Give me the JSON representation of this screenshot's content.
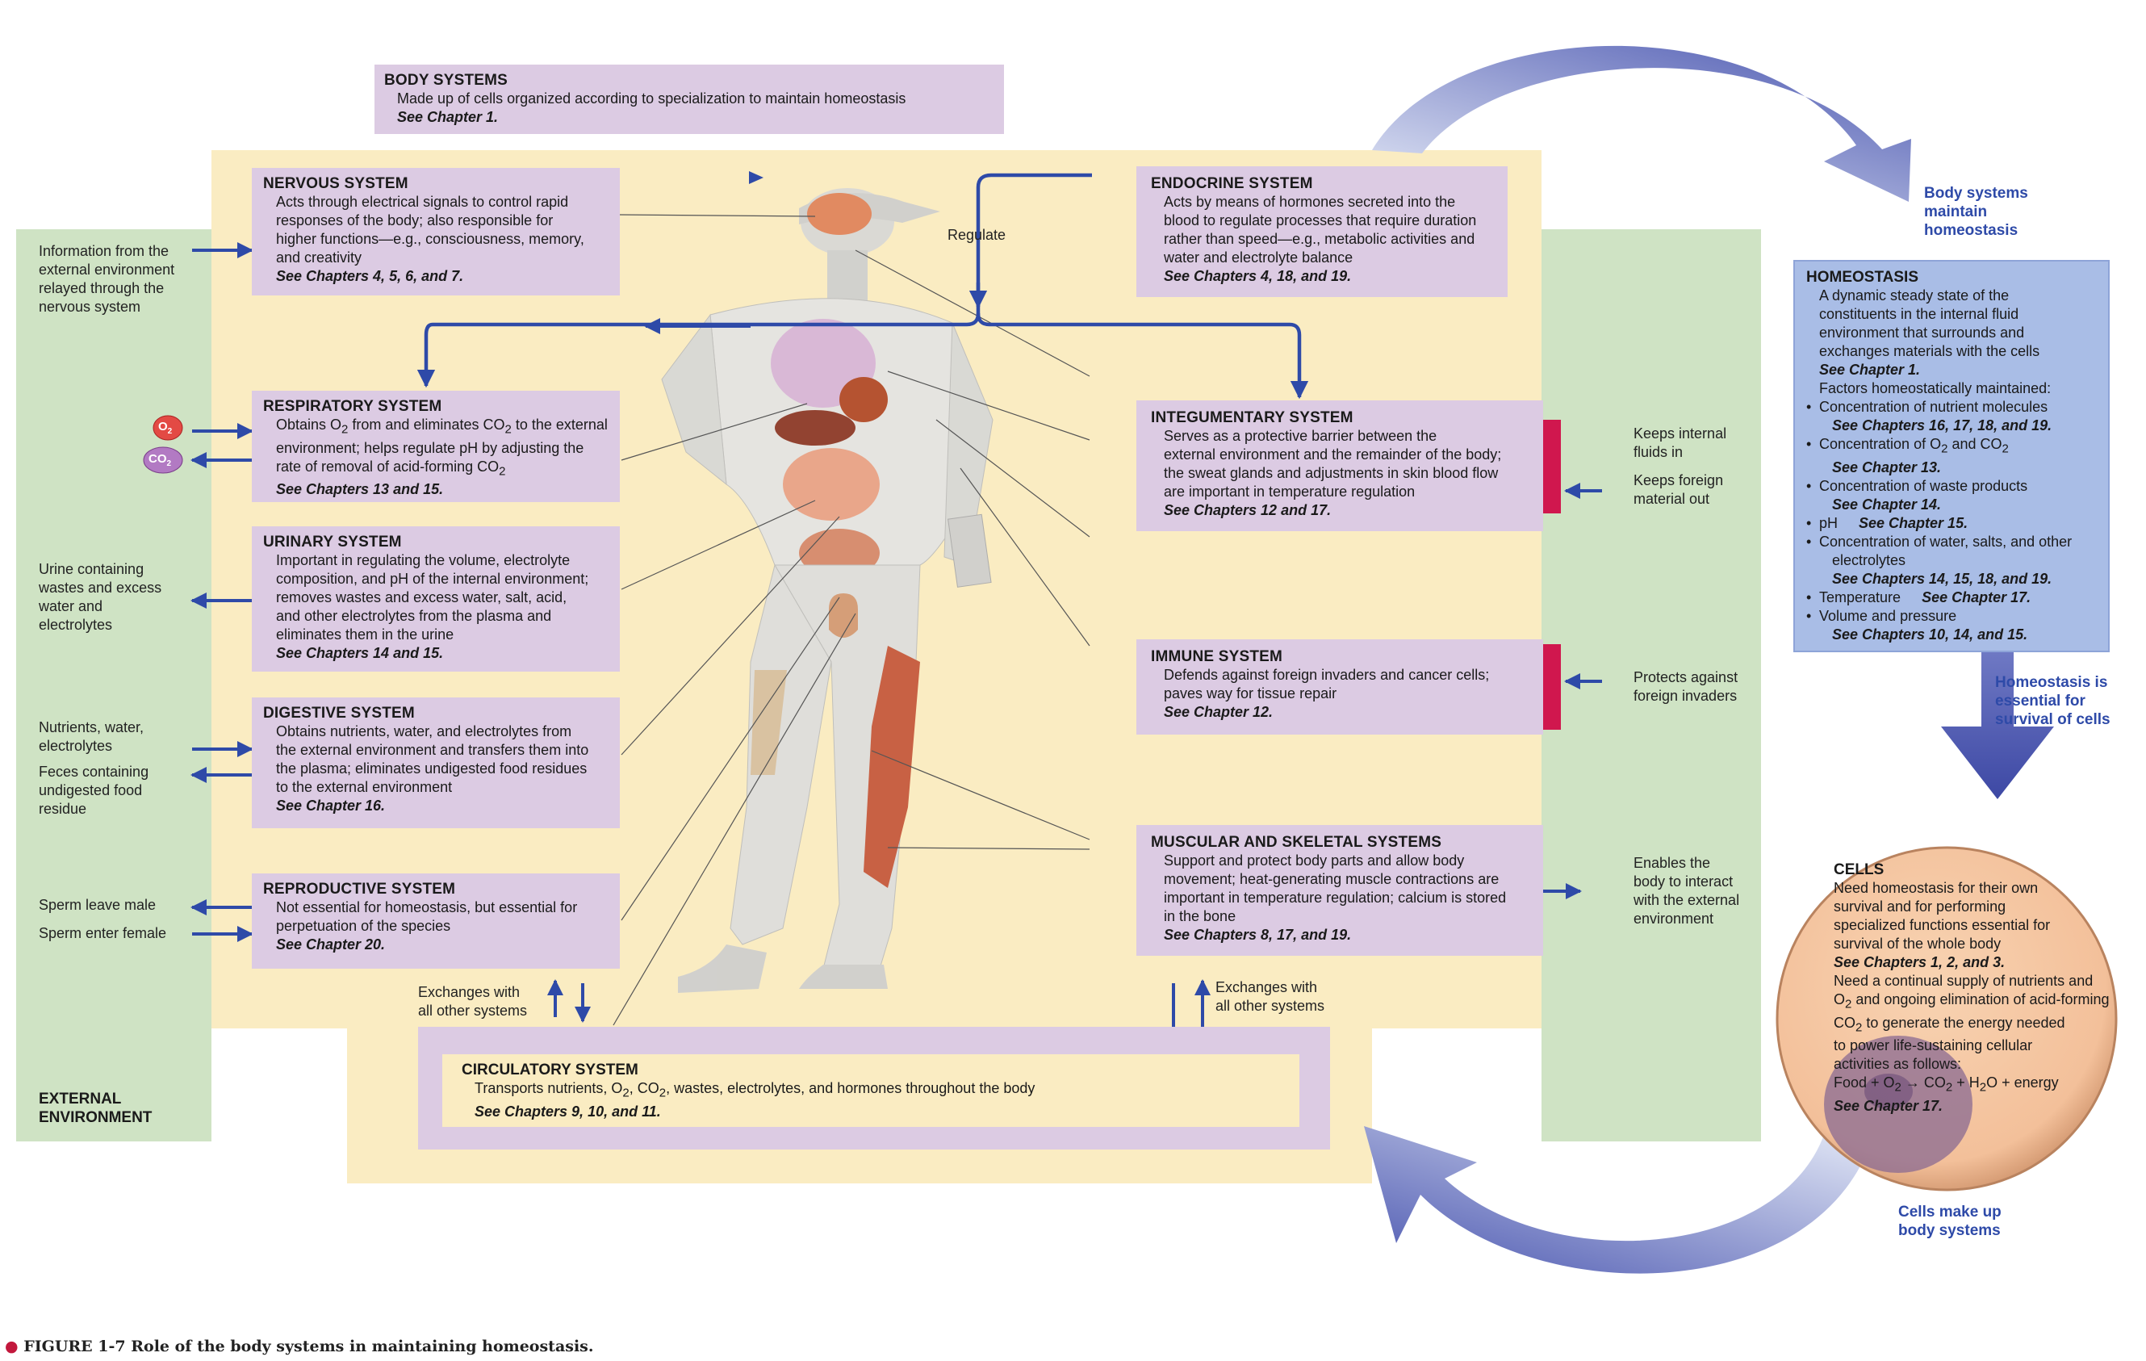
{
  "colors": {
    "accent_blue": "#2e4aa8",
    "cycle_arrow": "#5662b8",
    "red": "#d0174e",
    "box_purple": "#dccbe3",
    "panel_green": "#cfe3c4",
    "cream": "#faecc2",
    "homeostasis_blue": "#a9bde6"
  },
  "body_systems": {
    "title": "BODY SYSTEMS",
    "desc": "Made up of cells organized according to specialization to maintain homeostasis",
    "chapters": "See Chapter 1."
  },
  "external": {
    "title_line1": "EXTERNAL",
    "title_line2": "ENVIRONMENT",
    "info_nervous": [
      "Information from the",
      "external environment",
      "relayed through the",
      "nervous system"
    ],
    "o2": "O2",
    "co2": "CO2",
    "urine": [
      "Urine containing",
      "wastes and excess",
      "water and",
      "electrolytes"
    ],
    "nutrients": [
      "Nutrients, water,",
      "electrolytes"
    ],
    "feces": [
      "Feces containing",
      "undigested food",
      "residue"
    ],
    "sperm_leave": "Sperm leave male",
    "sperm_enter": "Sperm enter female"
  },
  "nervous": {
    "title": "NERVOUS SYSTEM",
    "lines": [
      "Acts through electrical signals to control rapid",
      "responses of the body; also responsible for",
      "higher functions—e.g., consciousness, memory,",
      "and creativity"
    ],
    "chapters": "See Chapters 4, 5, 6, and 7."
  },
  "respiratory": {
    "title": "RESPIRATORY SYSTEM",
    "l1a": "Obtains O",
    "l1s1": "2",
    "l1b": " from and eliminates CO",
    "l1s2": "2",
    "l1c": " to the external",
    "l2": "environment; helps regulate pH by adjusting the",
    "l3a": "rate of removal of acid-forming CO",
    "l3s": "2",
    "chapters": "See Chapters 13 and 15."
  },
  "urinary": {
    "title": "URINARY SYSTEM",
    "lines": [
      "Important in regulating the volume, electrolyte",
      "composition, and pH of the internal environment;",
      "removes wastes and excess water, salt, acid,",
      "and other electrolytes from the plasma and",
      "eliminates them in the urine"
    ],
    "chapters": "See Chapters 14 and 15."
  },
  "digestive": {
    "title": "DIGESTIVE SYSTEM",
    "lines": [
      "Obtains nutrients, water, and electrolytes from",
      "the external environment and transfers them into",
      "the plasma; eliminates undigested food residues",
      "to the external environment"
    ],
    "chapters": "See Chapter 16."
  },
  "reproductive": {
    "title": "REPRODUCTIVE SYSTEM",
    "lines": [
      "Not essential for homeostasis, but essential for",
      "perpetuation of the species"
    ],
    "chapters": "See Chapter 20."
  },
  "exchanges_left": [
    "Exchanges with",
    "all other systems"
  ],
  "exchanges_right": [
    "Exchanges with",
    "all other systems"
  ],
  "circulatory": {
    "title": "CIRCULATORY SYSTEM",
    "la": "Transports nutrients, O",
    "s1": "2",
    "lb": ", CO",
    "s2": "2",
    "lc": ", wastes, electrolytes, and hormones throughout the body",
    "chapters": "See Chapters 9, 10, and 11."
  },
  "regulate": "Regulate",
  "endocrine": {
    "title": "ENDOCRINE SYSTEM",
    "lines": [
      "Acts by means of hormones secreted into the",
      "blood to regulate processes that require duration",
      "rather than speed—e.g., metabolic activities and",
      "water and electrolyte balance"
    ],
    "chapters": "See Chapters 4, 18, and 19."
  },
  "integumentary": {
    "title": "INTEGUMENTARY SYSTEM",
    "lines": [
      "Serves as a protective barrier between the",
      "external environment and the remainder of the body;",
      "the sweat glands and adjustments in skin blood flow",
      "are important in temperature regulation"
    ],
    "chapters": "See Chapters 12 and 17."
  },
  "immune": {
    "title": "IMMUNE SYSTEM",
    "lines": [
      "Defends against foreign invaders and cancer cells;",
      "paves way for tissue repair"
    ],
    "chapters": "See Chapter 12."
  },
  "muscular": {
    "title": "MUSCULAR AND SKELETAL SYSTEMS",
    "lines": [
      "Support and protect body parts and allow body",
      "movement; heat-generating muscle contractions are",
      "important in temperature regulation; calcium is stored",
      "in the bone"
    ],
    "chapters": "See Chapters 8, 17, and 19."
  },
  "right_notes": {
    "keeps_fluids": [
      "Keeps internal",
      "fluids in"
    ],
    "keeps_foreign": [
      "Keeps foreign",
      "material out"
    ],
    "protects": [
      "Protects against",
      "foreign invaders"
    ],
    "enables": [
      "Enables the",
      "body to interact",
      "with the external",
      "environment"
    ]
  },
  "cycle": {
    "body_maintain": [
      "Body systems",
      "maintain",
      "homeostasis"
    ],
    "homeo_essential": [
      "Homeostasis is",
      "essential for",
      "survival of cells"
    ],
    "cells_make": [
      "Cells make up",
      "body systems"
    ]
  },
  "homeostasis": {
    "title": "HOMEOSTASIS",
    "desc": [
      "A dynamic steady state of the",
      "constituents in the internal fluid",
      "environment that surrounds and",
      "exchanges materials with the cells"
    ],
    "chapter": "See Chapter 1.",
    "factors": "Factors homeostatically maintained:",
    "f1": "Concentration of nutrient molecules",
    "f1c": "See Chapters 16, 17, 18, and 19.",
    "f2a": "Concentration of O",
    "f2s1": "2",
    "f2b": " and CO",
    "f2s2": "2",
    "f2c": "See Chapter 13.",
    "f3": "Concentration of waste products",
    "f3c": "See Chapter 14.",
    "f4": "pH",
    "f4c": "See Chapter 15.",
    "f5a": "Concentration of water, salts, and other",
    "f5b": "electrolytes",
    "f5c": "See Chapters 14, 15, 18, and 19.",
    "f6": "Temperature",
    "f6c": "See Chapter 17.",
    "f7": "Volume and pressure",
    "f7c": "See Chapters 10, 14, and 15."
  },
  "cells": {
    "title": "CELLS",
    "p1": [
      "Need homeostasis for their own",
      "survival and for performing",
      "specialized functions essential for",
      "survival of the whole body"
    ],
    "p1c": "See Chapters 1, 2, and 3.",
    "p2l1": "Need a continual supply of nutrients and",
    "p2l2a": "O",
    "p2l2s": "2",
    "p2l2b": " and ongoing elimination of acid-forming",
    "p2l3a": "CO",
    "p2l3s": "2",
    "p2l3b": " to generate the energy needed",
    "p2l4": "to power life-sustaining cellular",
    "p2l5": "activities as follows:",
    "eq_a": "Food + O",
    "eq_s1": "2",
    "eq_b": " → CO",
    "eq_s2": "2",
    "eq_c": " + H",
    "eq_s3": "2",
    "eq_d": "O + energy",
    "p2c": "See Chapter 17."
  },
  "caption": {
    "bullet": "●",
    "label": "FIGURE 1-7",
    "text": "Role of the body systems in maintaining homeostasis."
  }
}
